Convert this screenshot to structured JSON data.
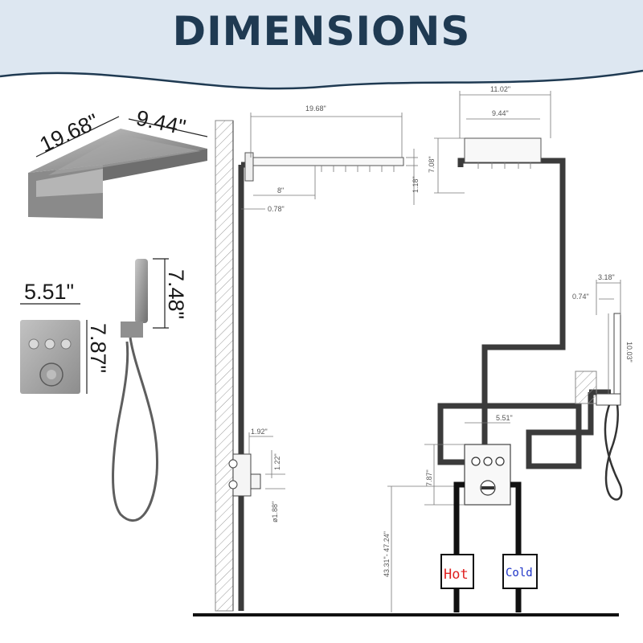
{
  "title": "DIMENSIONS",
  "photo_labels": {
    "head_length": "19.68\"",
    "head_width": "9.44\"",
    "handheld_height": "7.48\"",
    "valve_width": "5.51\"",
    "valve_height": "7.87\""
  },
  "side_view": {
    "arm_length": "19.68\"",
    "arm_drop": "8\"",
    "wall_offset": "0.78\"",
    "head_thickness": "1.18\"",
    "valve_depth": "1.92\"",
    "valve_spacing": "1.22\"",
    "outlet_diameter": "ø1.88\""
  },
  "front_view": {
    "head_outer_width": "11.02\"",
    "head_inner_width": "9.44\"",
    "head_height": "7.08\"",
    "valve_width": "5.51\"",
    "valve_height": "7.87\"",
    "valve_height_range": "43.31\"- 47.24\"",
    "hot_label": "Hot",
    "cold_label": "Cold",
    "handheld_width": "3.18\"",
    "handheld_offset": "0.74\"",
    "handheld_length": "10.03\""
  },
  "colors": {
    "header_bg": "#dde7f1",
    "title": "#1f3a52",
    "hot": "#e02020",
    "cold": "#1f35c8",
    "pipe": "#3b3b3b"
  }
}
